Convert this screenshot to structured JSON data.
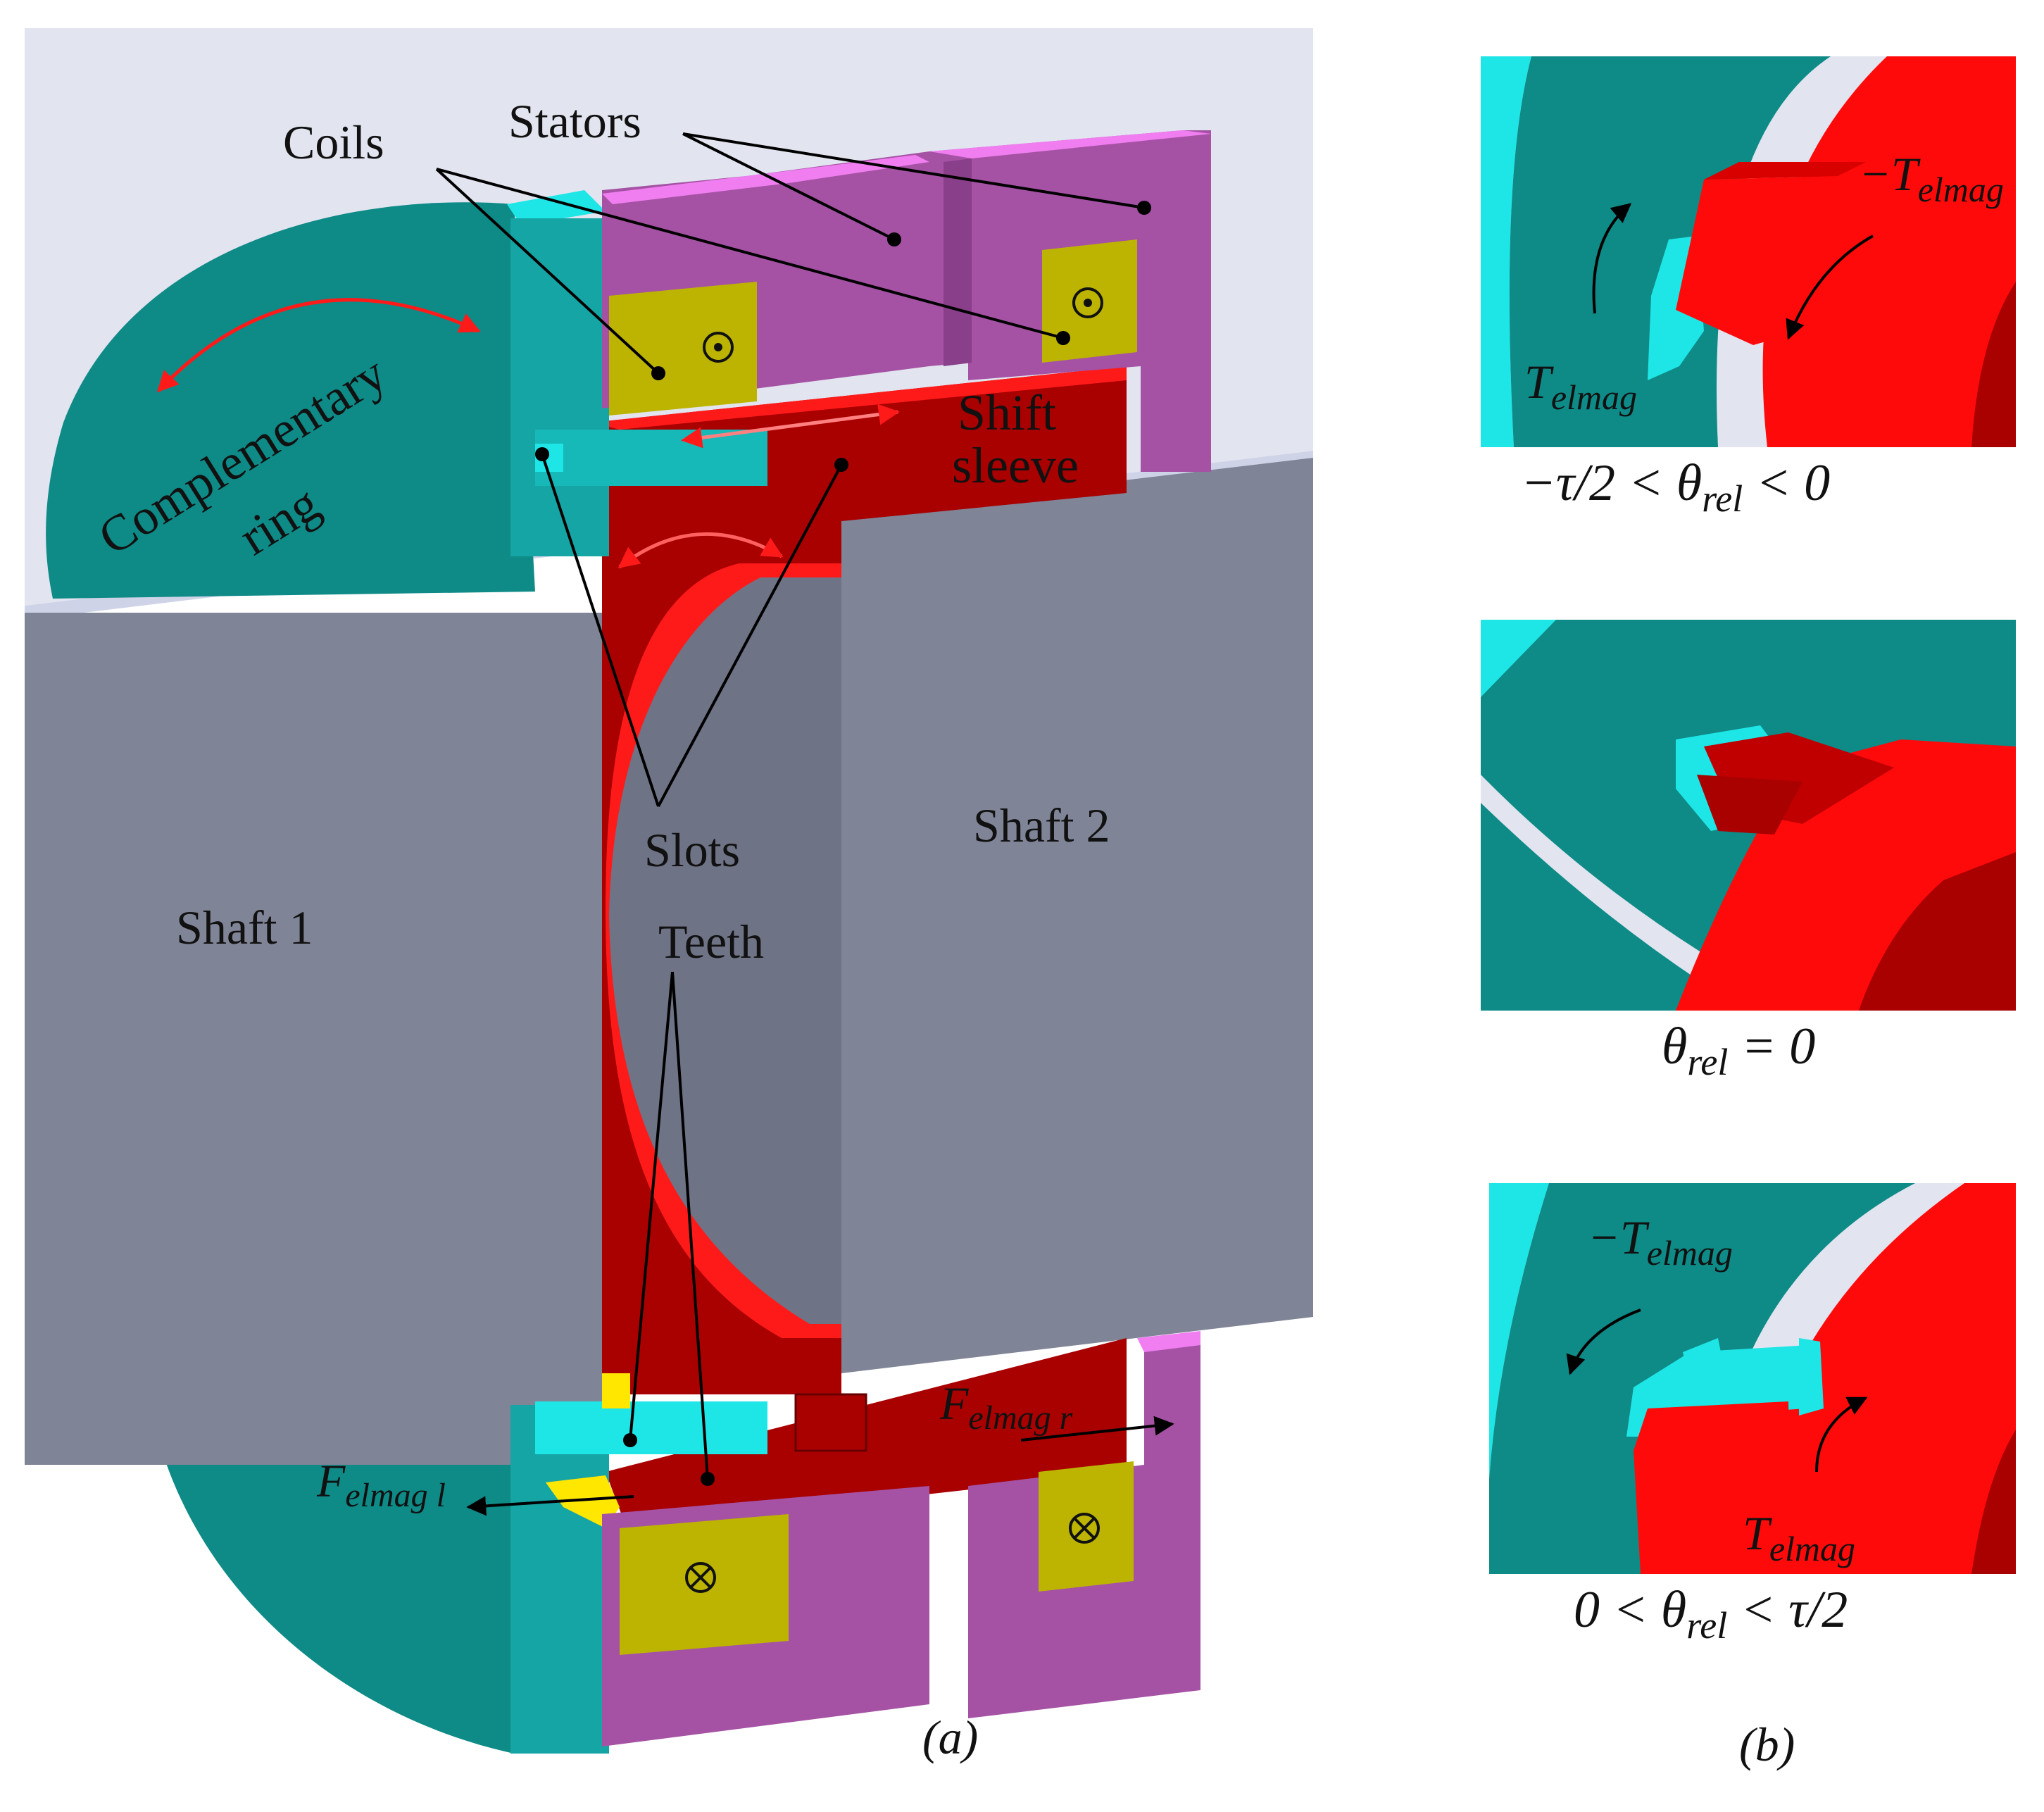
{
  "panel_a": {
    "caption": "(a)",
    "labels": {
      "coils": "Coils",
      "stators": "Stators",
      "complementary_ring_1": "Complementary",
      "complementary_ring_2": "ring",
      "shift_sleeve_1": "Shift",
      "shift_sleeve_2": "sleeve",
      "slots": "Slots",
      "teeth": "Teeth",
      "shaft_1": "Shaft 1",
      "shaft_2": "Shaft 2",
      "f_left_main": "F",
      "f_left_sub": "elmag l",
      "f_right_main": "F",
      "f_right_sub": "elmag r"
    }
  },
  "panel_b": {
    "caption": "(b)",
    "insets": [
      {
        "condition": "−τ/2 < θ",
        "condition_sub": "rel",
        "condition_tail": " < 0",
        "torque_pos_main": "T",
        "torque_pos_sub": "elmag",
        "torque_neg_main": "−T",
        "torque_neg_sub": "elmag"
      },
      {
        "condition": "θ",
        "condition_sub": "rel",
        "condition_tail": " = 0"
      },
      {
        "condition": "0 < θ",
        "condition_sub": "rel",
        "condition_tail": " < τ/2",
        "torque_neg_main": "−T",
        "torque_neg_sub": "elmag",
        "torque_pos_main": "T",
        "torque_pos_sub": "elmag"
      }
    ]
  },
  "colors": {
    "teal": "#0e8a87",
    "cyan": "#1ee6e6",
    "purple": "#a552a5",
    "pink": "#f07ef0",
    "olive": "#bcb400",
    "red": "#ff0a0a",
    "dark_red": "#a90000",
    "shaft_gray": "#7f8497",
    "bg_light": "#e2e4ef"
  }
}
